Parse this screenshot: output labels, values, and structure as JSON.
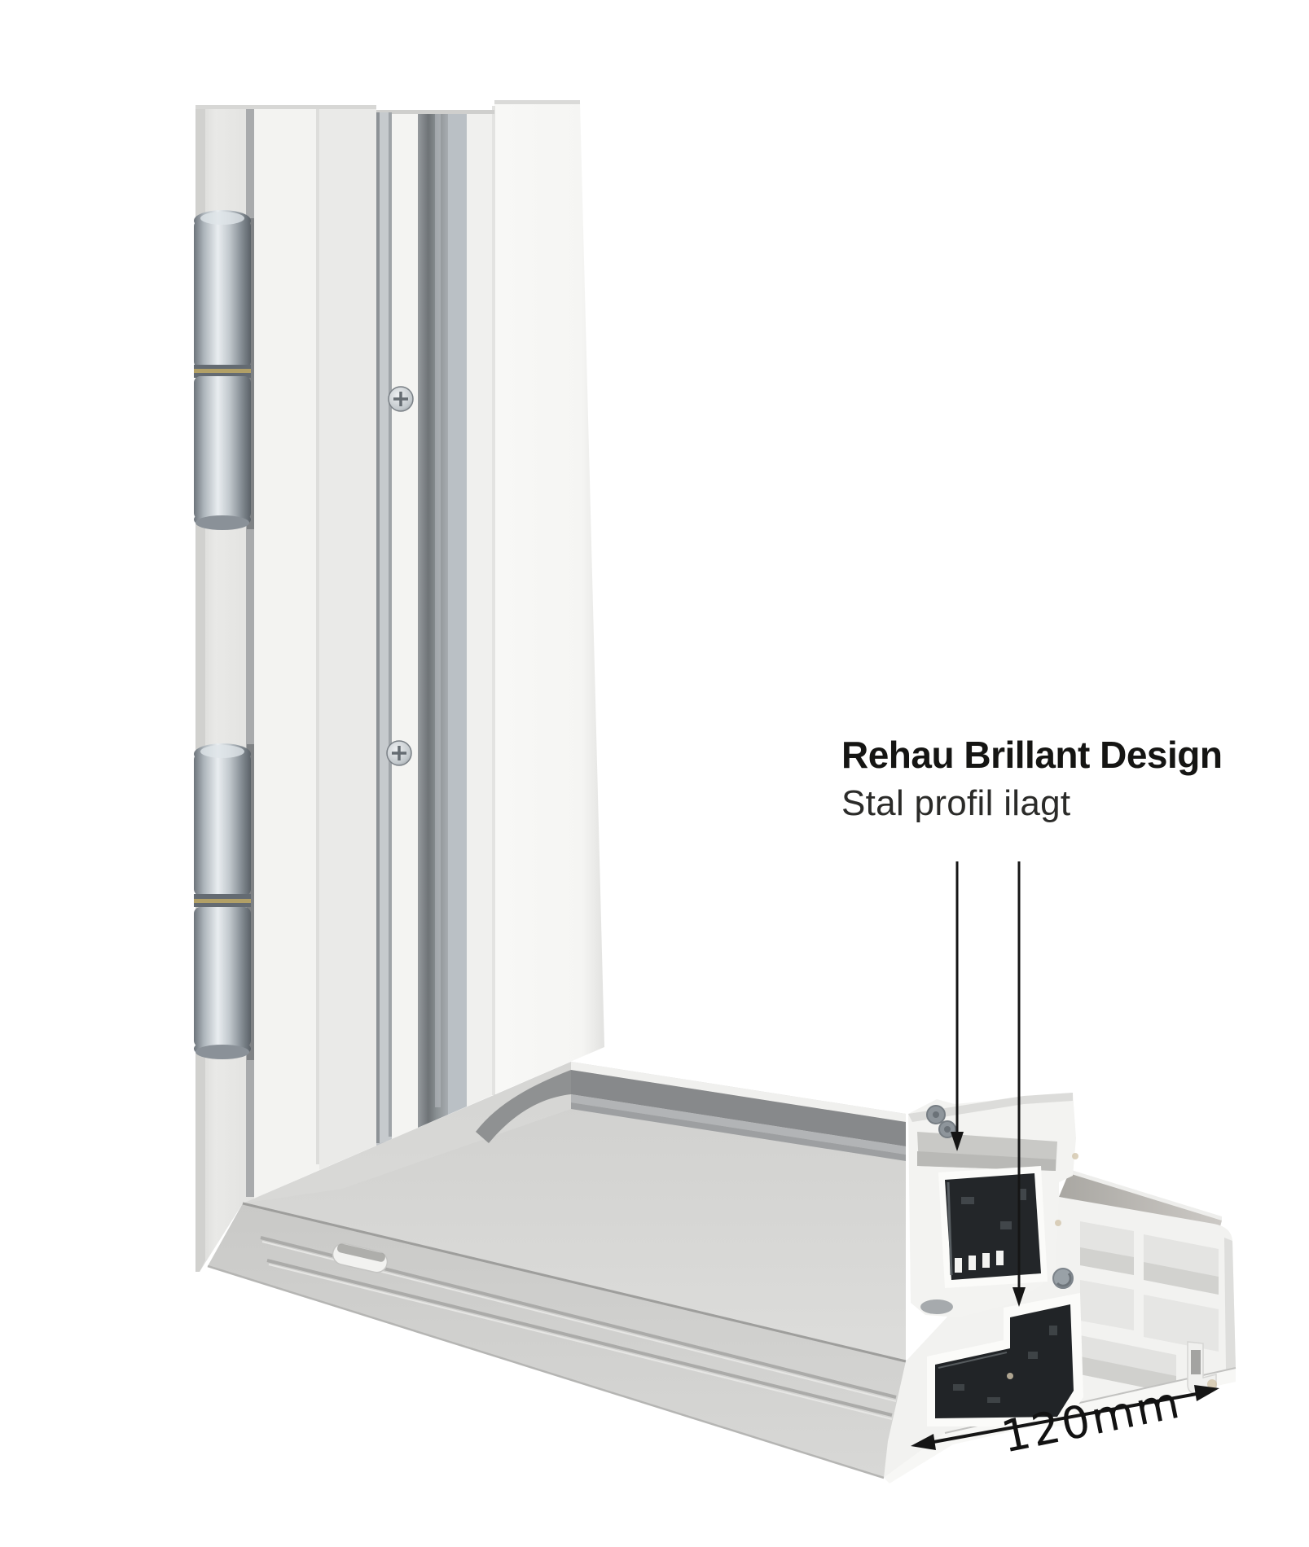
{
  "annotations": {
    "title": "Rehau Brillant Design",
    "subtitle": "Stal profil ilagt",
    "dimension_label": "120mm"
  },
  "colors": {
    "background": "#ffffff",
    "pvc_bright": "#f4f4f2",
    "pvc_light": "#e9e9e7",
    "pvc_mid": "#d5d5d3",
    "front_face": "#d0d0ce",
    "gasket_dark": "#87898b",
    "aluminium_rail": "#c6cacd",
    "hinge_highlight": "#e9edf0",
    "hinge_shadow": "#6a727a",
    "steel_black": "#222527",
    "annotation_ink": "#151515"
  }
}
